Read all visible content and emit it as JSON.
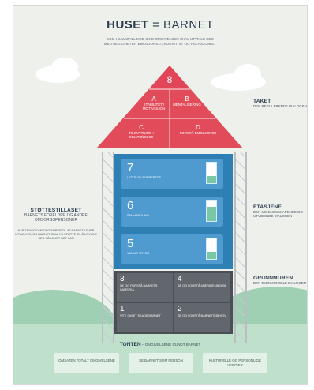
{
  "title": {
    "bold": "HUSET",
    "rest": " = BARNET"
  },
  "subtitle": {
    "line1": "SOM I SAMSPILL MED SINE OMGIVELSER SKAL UTVIKLE SEG",
    "line2": "MED MULIGHETER EMOSJONELT, KOGNITIVT OG RELASJONELT"
  },
  "roof": {
    "top": {
      "num": "8",
      "label": ""
    },
    "cells": [
      {
        "num": "a",
        "label": "STABILITET I MOTIVASJON"
      },
      {
        "num": "b",
        "label": "MENTALISERING"
      },
      {
        "num": "c",
        "label": "TILKNYTNING I SELVFØLELSE"
      },
      {
        "num": "d",
        "label": "FORSTÅ EMOSJONER"
      }
    ]
  },
  "floors": [
    {
      "num": "7",
      "label": "LYTTE OG FORBEREDE",
      "level": 0.35
    },
    {
      "num": "6",
      "label": "SAMHANDLING",
      "level": 0.7
    },
    {
      "num": "5",
      "label": "VELDIG TRYGG",
      "level": 0.35
    }
  ],
  "foundation": [
    {
      "num": "3",
      "label": "SE OG FORSTÅ BARNETS SAMSPILL"
    },
    {
      "num": "4",
      "label": "SE OG FORSTÅ ANERKJENNELSE"
    },
    {
      "num": "1",
      "label": "VITE OM ET SKADE BARNET"
    },
    {
      "num": "2",
      "label": "SE OG FORSTÅ BARNETS BEHOV"
    }
  ],
  "labels": {
    "taket": {
      "head": "TAKET",
      "sub": "DEN REGULERENDE DIALOGEN"
    },
    "etasjene": {
      "head": "ETASJENE",
      "sub": "DEN MENINGSSKAPENDE OG UTVIDENDE DIALOGEN"
    },
    "grunnmuren": {
      "head": "GRUNNMUREN",
      "sub": "DEN EMOSJONELLE DIALOGEN"
    },
    "stottestillaset": {
      "head": "STØTTESTILLASET",
      "sub": "BARNETS FORELDRE OG ANDRE OMSORGSPERSONER",
      "note": "NÅR TRYGG OMSORG FØRER TIL AT BARNET LEVER UTVIKLING, OG BARNET SKAL FÅ STØTTE TIL Å UTVIKLE SEG SÅ LANGT DET KAN"
    }
  },
  "tonten": {
    "head": "TONTEN",
    "sub": " – OMGIVELSENE RUNDT BARNET"
  },
  "badges": [
    "OMSATEN TOTALT OMGIVELSENE",
    "SE BARNET SOM PERSON",
    "KULTURELLE OG PERSONLIGE VERDIER"
  ],
  "colors": {
    "roof": "#e14b5a",
    "roof_top": "#e04657",
    "floor": "#2e7fb4",
    "foundation": "#4a4f55",
    "ground": "#bfe0cb",
    "title": "#2c3c4e"
  }
}
